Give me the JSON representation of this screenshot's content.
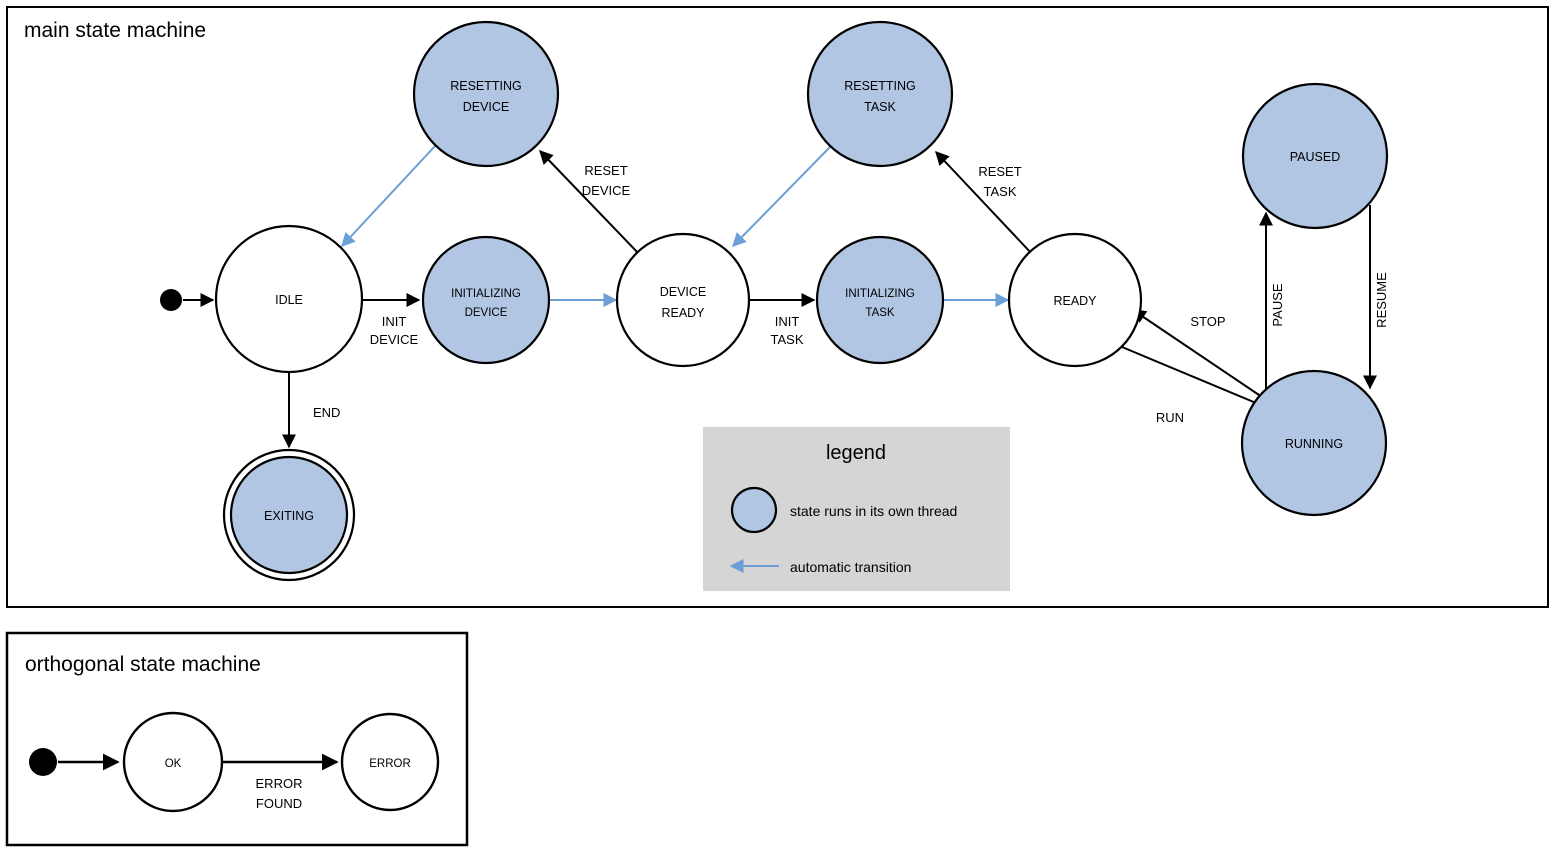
{
  "colors": {
    "thread_state_fill": "#b1c6e3",
    "plain_state_fill": "#ffffff",
    "stroke": "#000000",
    "auto_transition": "#6c9fd5",
    "legend_bg": "#d5d5d5",
    "page_bg": "#ffffff"
  },
  "main": {
    "title": "main state machine",
    "states": [
      {
        "id": "start",
        "label": "",
        "kind": "initial"
      },
      {
        "id": "idle",
        "label": "IDLE",
        "kind": "plain"
      },
      {
        "id": "exiting",
        "label": "EXITING",
        "kind": "final-thread"
      },
      {
        "id": "resetting-device",
        "label": "RESETTING\nDEVICE",
        "line1": "RESETTING",
        "line2": "DEVICE",
        "kind": "thread"
      },
      {
        "id": "initializing-device",
        "label": "INITIALIZING\nDEVICE",
        "line1": "INITIALIZING",
        "line2": "DEVICE",
        "kind": "thread"
      },
      {
        "id": "device-ready",
        "label": "DEVICE\nREADY",
        "line1": "DEVICE",
        "line2": "READY",
        "kind": "plain"
      },
      {
        "id": "resetting-task",
        "label": "RESETTING\nTASK",
        "line1": "RESETTING",
        "line2": "TASK",
        "kind": "thread"
      },
      {
        "id": "initializing-task",
        "label": "INITIALIZING\nTASK",
        "line1": "INITIALIZING",
        "line2": "TASK",
        "kind": "thread"
      },
      {
        "id": "ready",
        "label": "READY",
        "kind": "plain"
      },
      {
        "id": "paused",
        "label": "PAUSED",
        "kind": "thread"
      },
      {
        "id": "running",
        "label": "RUNNING",
        "kind": "thread"
      }
    ],
    "transitions": [
      {
        "from": "start",
        "to": "idle",
        "label": "",
        "auto": false
      },
      {
        "from": "idle",
        "to": "initializing-device",
        "label": "INIT\nDEVICE",
        "line1": "INIT",
        "line2": "DEVICE",
        "auto": false
      },
      {
        "from": "idle",
        "to": "exiting",
        "label": "END",
        "line1": "END",
        "auto": false
      },
      {
        "from": "resetting-device",
        "to": "idle",
        "label": "",
        "auto": true
      },
      {
        "from": "initializing-device",
        "to": "device-ready",
        "label": "",
        "auto": true
      },
      {
        "from": "device-ready",
        "to": "resetting-device",
        "label": "RESET\nDEVICE",
        "line1": "RESET",
        "line2": "DEVICE",
        "auto": false
      },
      {
        "from": "device-ready",
        "to": "initializing-task",
        "label": "INIT\nTASK",
        "line1": "INIT",
        "line2": "TASK",
        "auto": false
      },
      {
        "from": "resetting-task",
        "to": "device-ready",
        "label": "",
        "auto": true
      },
      {
        "from": "initializing-task",
        "to": "ready",
        "label": "",
        "auto": true
      },
      {
        "from": "ready",
        "to": "resetting-task",
        "label": "RESET\nTASK",
        "line1": "RESET",
        "line2": "TASK",
        "auto": false
      },
      {
        "from": "ready",
        "to": "running",
        "label": "RUN",
        "line1": "RUN",
        "auto": false
      },
      {
        "from": "running",
        "to": "ready",
        "label": "STOP",
        "line1": "STOP",
        "auto": false
      },
      {
        "from": "running",
        "to": "paused",
        "label": "PAUSE",
        "line1": "PAUSE",
        "auto": false
      },
      {
        "from": "paused",
        "to": "running",
        "label": "RESUME",
        "line1": "RESUME",
        "auto": false
      }
    ]
  },
  "legend": {
    "title": "legend",
    "items": [
      {
        "glyph": "circle",
        "text": "state runs in its own thread"
      },
      {
        "glyph": "arrow",
        "text": "automatic transition"
      }
    ]
  },
  "orthogonal": {
    "title": "orthogonal state machine",
    "states": [
      {
        "id": "ortho-start",
        "label": "",
        "kind": "initial"
      },
      {
        "id": "ok",
        "label": "OK",
        "kind": "plain"
      },
      {
        "id": "error",
        "label": "ERROR",
        "kind": "plain"
      }
    ],
    "transitions": [
      {
        "from": "ortho-start",
        "to": "ok",
        "label": ""
      },
      {
        "from": "ok",
        "to": "error",
        "label": "ERROR\nFOUND",
        "line1": "ERROR",
        "line2": "FOUND"
      }
    ]
  }
}
